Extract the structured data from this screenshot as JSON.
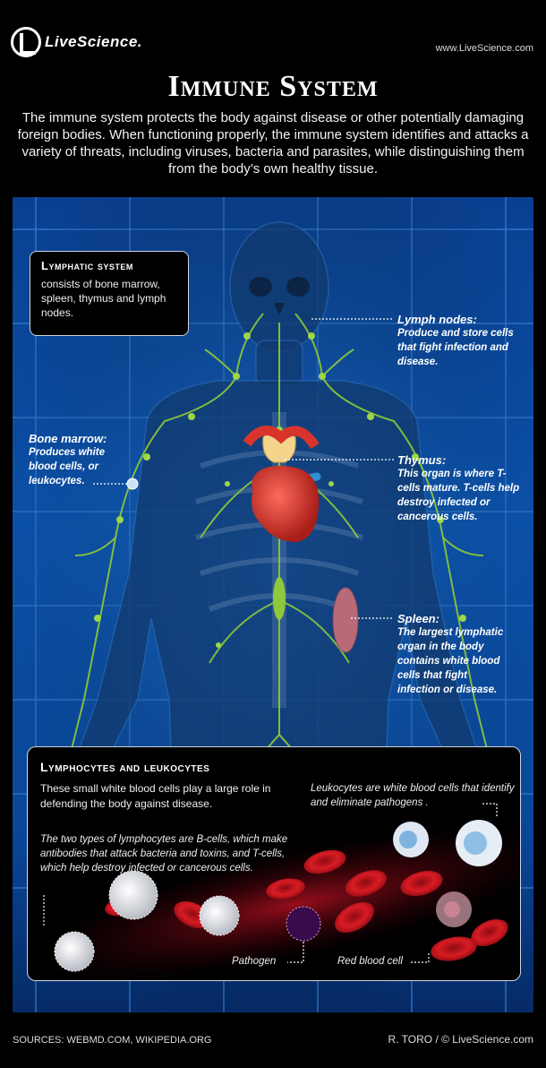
{
  "header": {
    "logo_text": "LiveScience.",
    "site_url": "www.LiveScience.com",
    "title": "Immune System",
    "intro": "The immune system protects the body against disease or other potentially damaging foreign bodies. When functioning properly, the immune system identifies and attacks a variety of threats, including viruses, bacteria and parasites, while distinguishing them from the body’s own healthy tissue."
  },
  "lymphatic_box": {
    "heading": "Lymphatic system",
    "body": "consists of bone marrow, spleen, thymus and lymph nodes."
  },
  "labels": {
    "lymph_nodes": {
      "heading": "Lymph nodes:",
      "body": "Produce and store cells that fight infection and disease."
    },
    "bone_marrow": {
      "heading": "Bone marrow:",
      "body": "Produces white blood cells, or leukocytes."
    },
    "thymus": {
      "heading": "Thymus:",
      "body": "This organ is where T-cells mature. T-cells help destroy infected or cancerous cells."
    },
    "spleen": {
      "heading": "Spleen:",
      "body": "The largest lymphatic organ in the body contains white blood cells that fight infection or disease."
    }
  },
  "leukocytes_box": {
    "heading": "Lymphocytes and leukocytes",
    "intro": "These small white blood cells play a large role in defending the body against disease.",
    "leukocyte_note": "Leukocytes are white blood cells that identify and eliminate pathogens .",
    "lymphocyte_types": "The two types of lymphocytes are B-cells, which make antibodies that attack bacteria and toxins, and T-cells, which help destroy infected or cancerous cells.",
    "pathogen_label": "Pathogen",
    "rbc_label": "Red blood cell"
  },
  "footer": {
    "sources": "SOURCES: WEBMD.COM, WIKIPEDIA.ORG",
    "credit": "R. TORO / © LiveScience.com"
  },
  "colors": {
    "panel_blue": "#0b57b6",
    "lymph_green": "#8fc83a",
    "heart_red": "#d8342c",
    "rbc_red": "#c8141c",
    "spleen_pink": "#b86a78"
  }
}
